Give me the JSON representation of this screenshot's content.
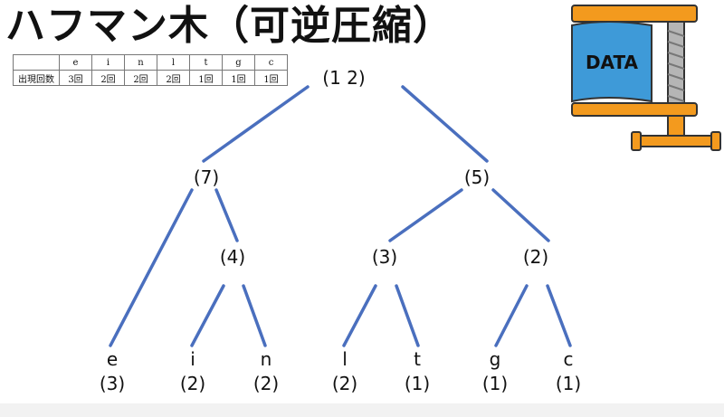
{
  "title": "ハフマン木（可逆圧縮）",
  "table": {
    "row_header": "出現回数",
    "letters": [
      "e",
      "i",
      "n",
      "l",
      "t",
      "g",
      "c"
    ],
    "counts": [
      "3回",
      "2回",
      "2回",
      "2回",
      "1回",
      "1回",
      "1回"
    ]
  },
  "tree": {
    "root": "(1 2)",
    "left": "(7)",
    "right": "(5)",
    "left_child": "(4)",
    "right_left": "(3)",
    "right_right": "(2)",
    "leaves": [
      {
        "letter": "e",
        "count": "(3)"
      },
      {
        "letter": "i",
        "count": "(2)"
      },
      {
        "letter": "n",
        "count": "(2)"
      },
      {
        "letter": "l",
        "count": "(2)"
      },
      {
        "letter": "t",
        "count": "(1)"
      },
      {
        "letter": "g",
        "count": "(1)"
      },
      {
        "letter": "c",
        "count": "(1)"
      }
    ]
  },
  "illustration": {
    "label": "DATA",
    "icon": "data-compression-clamp-icon"
  },
  "colors": {
    "edge": "#4a6fbe",
    "clamp": "#f39a1e",
    "data_box": "#3e9ad8",
    "screw": "#9a9a9a"
  }
}
